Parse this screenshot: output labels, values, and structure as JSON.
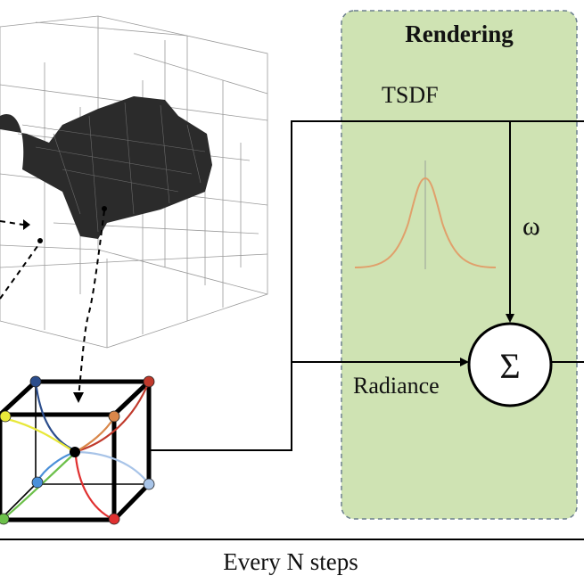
{
  "rendering_panel": {
    "title": "Rendering",
    "tsdf_label": "TSDF",
    "omega_label": "ω",
    "radiance_label": "Radiance",
    "sum_symbol": "Σ",
    "fill_color": "#cfe3b3",
    "border_color": "#6c7f8e"
  },
  "bottom_label": "Every N steps",
  "gaussian_color": "#e0a06b",
  "cube_corner_colors": [
    "#2b4d8c",
    "#c0392b",
    "#e8e83a",
    "#d9874a",
    "#4a90d9",
    "#a8c4e8",
    "#6cc04a",
    "#e03030"
  ],
  "icons": {
    "octree_mesh": "octree-mesh-icon",
    "voxel_cube": "voxel-cube-icon",
    "gaussian_curve": "gaussian-curve-icon",
    "summation": "summation-icon"
  }
}
